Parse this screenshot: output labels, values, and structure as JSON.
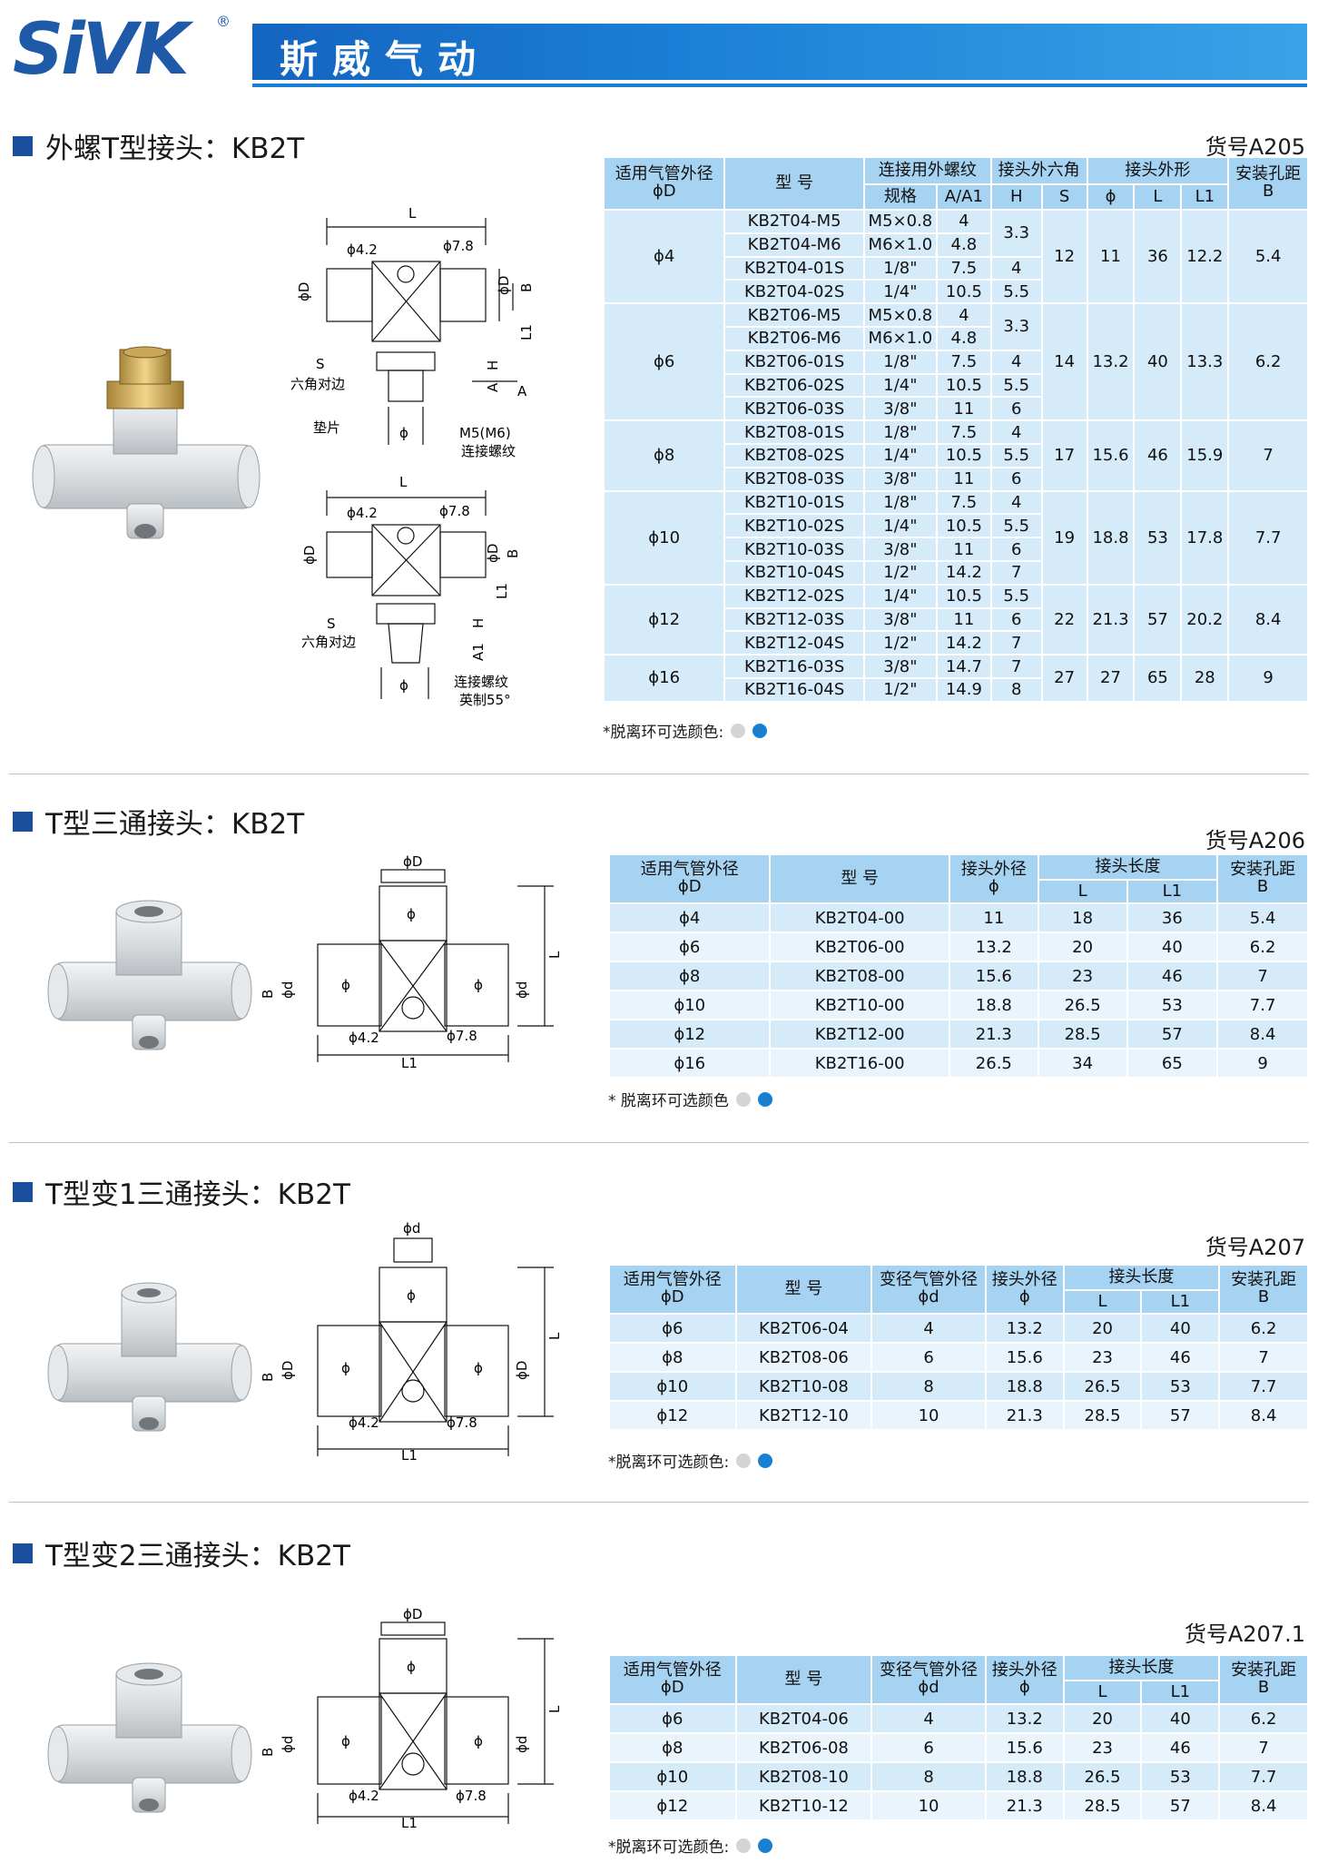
{
  "header": {
    "logo": "SiVK",
    "reg": "®",
    "brand": "斯威气动"
  },
  "sections": [
    {
      "title": "外螺T型接头：KB2T",
      "item_no": "货号A205",
      "drawing_labels": {
        "L": "L",
        "d42": "ϕ4.2",
        "d78": "ϕ7.8",
        "phiD": "ϕD",
        "B": "B",
        "L1": "L1",
        "S": "S",
        "hex": "六角对边",
        "H": "H",
        "A": "A",
        "A1": "A1",
        "gasket": "垫片",
        "phi": "ϕ",
        "m5": "M5(M6)",
        "thread": "连接螺纹",
        "thread2": "连接螺纹",
        "brit": "英制55°"
      },
      "header1": [
        "适用气管外径",
        "型 号",
        "连接用外螺纹",
        "接头外六角",
        "接头外形",
        "安装孔距"
      ],
      "header2": [
        "ϕD",
        "规格",
        "A/A1",
        "H",
        "S",
        "ϕ",
        "L",
        "L1",
        "B"
      ],
      "groups": [
        {
          "D": "ϕ4",
          "S": "12",
          "phi": "11",
          "L": "36",
          "L1": "12.2",
          "B": "5.4",
          "rows": [
            [
              "KB2T04-M5",
              "M5×0.8",
              "4"
            ],
            [
              "KB2T04-M6",
              "M6×1.0",
              "4.8"
            ],
            [
              "KB2T04-01S",
              "1/8\"",
              "7.5"
            ],
            [
              "KB2T04-02S",
              "1/4\"",
              "10.5"
            ]
          ],
          "H": [
            [
              "3.3",
              2
            ],
            [
              "4",
              1
            ],
            [
              "5.5",
              1
            ]
          ]
        },
        {
          "D": "ϕ6",
          "S": "14",
          "phi": "13.2",
          "L": "40",
          "L1": "13.3",
          "B": "6.2",
          "rows": [
            [
              "KB2T06-M5",
              "M5×0.8",
              "4"
            ],
            [
              "KB2T06-M6",
              "M6×1.0",
              "4.8"
            ],
            [
              "KB2T06-01S",
              "1/8\"",
              "7.5"
            ],
            [
              "KB2T06-02S",
              "1/4\"",
              "10.5"
            ],
            [
              "KB2T06-03S",
              "3/8\"",
              "11"
            ]
          ],
          "H": [
            [
              "3.3",
              2
            ],
            [
              "4",
              1
            ],
            [
              "5.5",
              1
            ],
            [
              "6",
              1
            ]
          ]
        },
        {
          "D": "ϕ8",
          "S": "17",
          "phi": "15.6",
          "L": "46",
          "L1": "15.9",
          "B": "7",
          "rows": [
            [
              "KB2T08-01S",
              "1/8\"",
              "7.5"
            ],
            [
              "KB2T08-02S",
              "1/4\"",
              "10.5"
            ],
            [
              "KB2T08-03S",
              "3/8\"",
              "11"
            ]
          ],
          "H": [
            [
              "4",
              1
            ],
            [
              "5.5",
              1
            ],
            [
              "6",
              1
            ]
          ]
        },
        {
          "D": "ϕ10",
          "S": "19",
          "phi": "18.8",
          "L": "53",
          "L1": "17.8",
          "B": "7.7",
          "rows": [
            [
              "KB2T10-01S",
              "1/8\"",
              "7.5"
            ],
            [
              "KB2T10-02S",
              "1/4\"",
              "10.5"
            ],
            [
              "KB2T10-03S",
              "3/8\"",
              "11"
            ],
            [
              "KB2T10-04S",
              "1/2\"",
              "14.2"
            ]
          ],
          "H": [
            [
              "4",
              1
            ],
            [
              "5.5",
              1
            ],
            [
              "6",
              1
            ],
            [
              "7",
              1
            ]
          ]
        },
        {
          "D": "ϕ12",
          "S": "22",
          "phi": "21.3",
          "L": "57",
          "L1": "20.2",
          "B": "8.4",
          "rows": [
            [
              "KB2T12-02S",
              "1/4\"",
              "10.5"
            ],
            [
              "KB2T12-03S",
              "3/8\"",
              "11"
            ],
            [
              "KB2T12-04S",
              "1/2\"",
              "14.2"
            ]
          ],
          "H": [
            [
              "5.5",
              1
            ],
            [
              "6",
              1
            ],
            [
              "7",
              1
            ]
          ]
        },
        {
          "D": "ϕ16",
          "S": "27",
          "phi": "27",
          "L": "65",
          "L1": "28",
          "B": "9",
          "rows": [
            [
              "KB2T16-03S",
              "3/8\"",
              "14.7"
            ],
            [
              "KB2T16-04S",
              "1/2\"",
              "14.9"
            ]
          ],
          "H": [
            [
              "7",
              1
            ],
            [
              "8",
              1
            ]
          ]
        }
      ],
      "note": "*脱离环可选颜色:"
    },
    {
      "title": "T型三通接头：KB2T",
      "item_no": "货号A206",
      "drawing_labels": {
        "phiD": "ϕD",
        "phi": "ϕ",
        "L": "L",
        "B": "B",
        "phid": "ϕd",
        "d42": "ϕ4.2",
        "d78": "ϕ7.8",
        "L1": "L1"
      },
      "header1": [
        "适用气管外径",
        "型 号",
        "接头外径",
        "接头长度",
        "安装孔距"
      ],
      "header2": [
        "ϕD",
        "ϕ",
        "L",
        "L1",
        "B"
      ],
      "rows": [
        [
          "ϕ4",
          "KB2T04-00",
          "11",
          "18",
          "36",
          "5.4"
        ],
        [
          "ϕ6",
          "KB2T06-00",
          "13.2",
          "20",
          "40",
          "6.2"
        ],
        [
          "ϕ8",
          "KB2T08-00",
          "15.6",
          "23",
          "46",
          "7"
        ],
        [
          "ϕ10",
          "KB2T10-00",
          "18.8",
          "26.5",
          "53",
          "7.7"
        ],
        [
          "ϕ12",
          "KB2T12-00",
          "21.3",
          "28.5",
          "57",
          "8.4"
        ],
        [
          "ϕ16",
          "KB2T16-00",
          "26.5",
          "34",
          "65",
          "9"
        ]
      ],
      "note": "* 脱离环可选颜色"
    },
    {
      "title": "T型变1三通接头：KB2T",
      "item_no": "货号A207",
      "drawing_labels": {
        "phid": "ϕd",
        "phi": "ϕ",
        "L": "L",
        "B": "B",
        "phiD": "ϕD",
        "d42": "ϕ4.2",
        "d78": "ϕ7.8",
        "L1": "L1"
      },
      "header1": [
        "适用气管外径",
        "型 号",
        "变径气管外径",
        "接头外径",
        "接头长度",
        "安装孔距"
      ],
      "header2": [
        "ϕD",
        "ϕd",
        "ϕ",
        "L",
        "L1",
        "B"
      ],
      "rows": [
        [
          "ϕ6",
          "KB2T06-04",
          "4",
          "13.2",
          "20",
          "40",
          "6.2"
        ],
        [
          "ϕ8",
          "KB2T08-06",
          "6",
          "15.6",
          "23",
          "46",
          "7"
        ],
        [
          "ϕ10",
          "KB2T10-08",
          "8",
          "18.8",
          "26.5",
          "53",
          "7.7"
        ],
        [
          "ϕ12",
          "KB2T12-10",
          "10",
          "21.3",
          "28.5",
          "57",
          "8.4"
        ]
      ],
      "note": "*脱离环可选颜色:"
    },
    {
      "title": "T型变2三通接头：KB2T",
      "item_no": "货号A207.1",
      "drawing_labels": {
        "phiD": "ϕD",
        "phi": "ϕ",
        "L": "L",
        "B": "B",
        "phid": "ϕd",
        "d42": "ϕ4.2",
        "d78": "ϕ7.8",
        "L1": "L1"
      },
      "header1": [
        "适用气管外径",
        "型 号",
        "变径气管外径",
        "接头外径",
        "接头长度",
        "安装孔距"
      ],
      "header2": [
        "ϕD",
        "ϕd",
        "ϕ",
        "L",
        "L1",
        "B"
      ],
      "rows": [
        [
          "ϕ6",
          "KB2T04-06",
          "4",
          "13.2",
          "20",
          "40",
          "6.2"
        ],
        [
          "ϕ8",
          "KB2T06-08",
          "6",
          "15.6",
          "23",
          "46",
          "7"
        ],
        [
          "ϕ10",
          "KB2T08-10",
          "8",
          "18.8",
          "26.5",
          "53",
          "7.7"
        ],
        [
          "ϕ12",
          "KB2T10-12",
          "10",
          "21.3",
          "28.5",
          "57",
          "8.4"
        ]
      ],
      "note": "*脱离环可选颜色:"
    }
  ]
}
